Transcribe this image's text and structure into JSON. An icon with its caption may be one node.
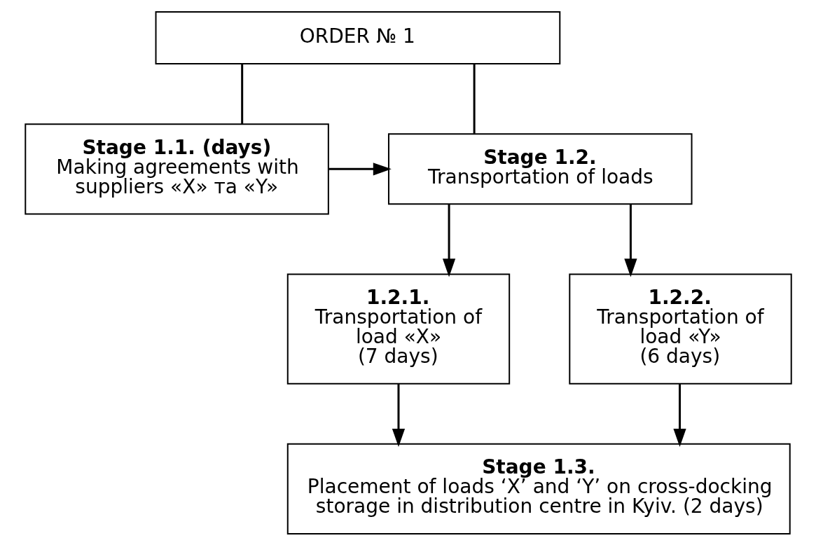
{
  "diagram": {
    "nodes": [
      {
        "text": [
          "ORDER № 1"
        ]
      },
      {
        "text": [
          "Stage 1.1. (days)",
          "Making agreements with suppliers «X» та «Y»"
        ]
      },
      {
        "text": [
          "Stage 1.2.",
          "Transportation of loads"
        ]
      },
      {
        "text": [
          "1.2.1.",
          "Transportation of load «X»",
          "(7 days)"
        ]
      },
      {
        "text": [
          "1.2.2.",
          "Transportation of load «Y»",
          "(6 days)"
        ]
      },
      {
        "text": [
          "Stage 1.3.",
          "Placement of loads ‘X’ and ‘Y’ on cross-docking storage in distribution centre in Kyiv. (2 days)"
        ]
      }
    ],
    "edges": [
      {
        "from": 0,
        "to": 1,
        "arrow": "none"
      },
      {
        "from": 0,
        "to": 2,
        "arrow": "none"
      },
      {
        "from": 1,
        "to": 2,
        "arrow": "to"
      },
      {
        "from": 2,
        "to": 3,
        "arrow": "to"
      },
      {
        "from": 2,
        "to": 4,
        "arrow": "to"
      },
      {
        "from": 3,
        "to": 5,
        "arrow": "to"
      },
      {
        "from": 4,
        "to": 5,
        "arrow": "to"
      }
    ]
  }
}
